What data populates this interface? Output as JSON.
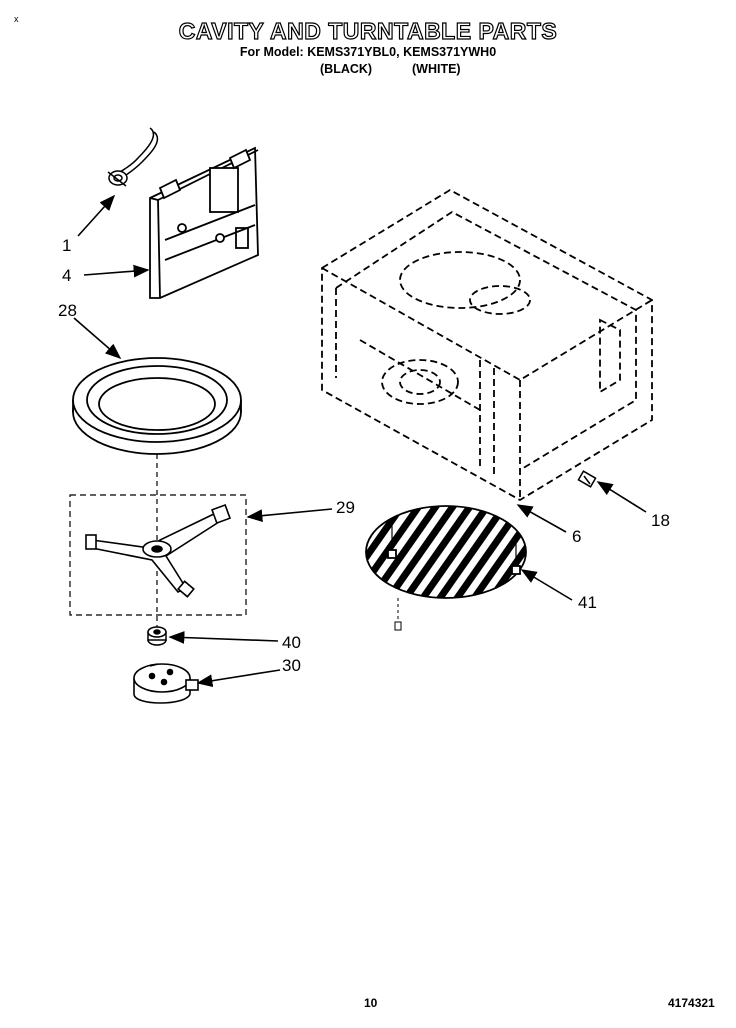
{
  "header": {
    "title": "CAVITY AND TURNTABLE PARTS",
    "models": "For Model: KEMS371YBL0, KEMS371YWH0",
    "finish_black": "(BLACK)",
    "finish_white": "(WHITE)"
  },
  "corner_mark": "x",
  "callouts": {
    "c1": "1",
    "c4": "4",
    "c28": "28",
    "c29": "29",
    "c40": "40",
    "c30": "30",
    "c18": "18",
    "c6": "6",
    "c41": "41"
  },
  "footer": {
    "page_number": "10",
    "document_number": "4174321"
  }
}
